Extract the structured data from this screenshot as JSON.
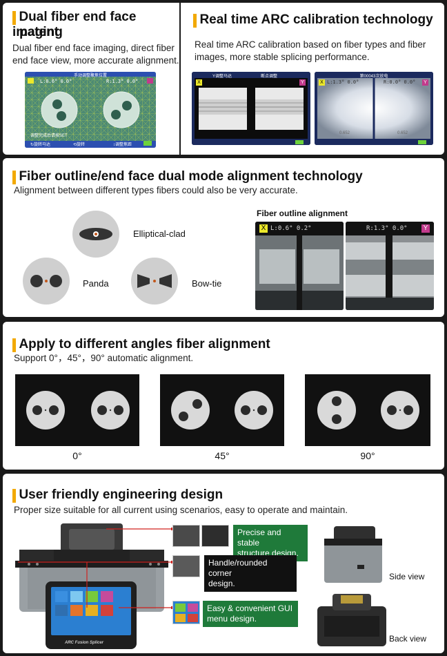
{
  "s1": {
    "left_title": "Dual fiber end face imaging patent",
    "left_title_l1": "Dual fiber end face imaging",
    "left_title_l2": "patent",
    "left_text_l1": "Dual fiber end face imaging, direct fiber",
    "left_text_l2": "end face view, more accurate alignment.",
    "right_title": "Real time ARC calibration technology",
    "right_text_l1": "Real time ARC calibration based on fiber types and fiber",
    "right_text_l2": "images, more stable splicing performance.",
    "screen1": {
      "header": "手动调整聚焦位置",
      "l": "L:0.6° 0.0°",
      "r": "R:1.3° 0.0°",
      "foot1": "调整完成后请按SET",
      "foot2": "↻旋转马达",
      "foot3": "⟲旋转",
      "foot4": "↕调整焦距"
    },
    "screen2": {
      "tab1": "Y调整马达",
      "tab2": "断点调整",
      "x": "X",
      "y": "Y"
    },
    "screen3": {
      "header": "第00043次放电",
      "l": "L:1.3° 0.0°",
      "r": "R:0.0° 0.0°",
      "x": "X",
      "y": "Y",
      "v1": "0.652",
      "v2": "0.652"
    }
  },
  "s2": {
    "title": "Fiber outline/end face dual mode alignment technology",
    "text": "Alignment between different types fibers could also be very accurate.",
    "types": [
      "Elliptical-clad",
      "Panda",
      "Bow-tie"
    ],
    "caption": "Fiber outline alignment",
    "scr_l": "L:0.6° 0.2°",
    "scr_r": "R:1.3° 0.0°",
    "x": "X",
    "y": "Y"
  },
  "s3": {
    "title": "Apply to different angles fiber alignment",
    "text": "Support 0°，45°，90° automatic alignment.",
    "angles": [
      "0°",
      "45°",
      "90°"
    ]
  },
  "s4": {
    "title": "User friendly engineering design",
    "text": "Proper size suitable for all current using scenarios, easy to operate and maintain.",
    "callouts": [
      "Precise and stable structure design.",
      "Handle/rounded corner design.",
      "Easy & convenient GUI menu design."
    ],
    "callout1_l1": "Precise and stable",
    "callout1_l2": "structure design.",
    "callout2_l1": "Handle/rounded corner",
    "callout2_l2": "design.",
    "callout3_l1": "Easy & convenient GUI",
    "callout3_l2": "menu design.",
    "side_view": "Side view",
    "back_view": "Back view",
    "device_label": "ARC Fusion Splicer"
  }
}
